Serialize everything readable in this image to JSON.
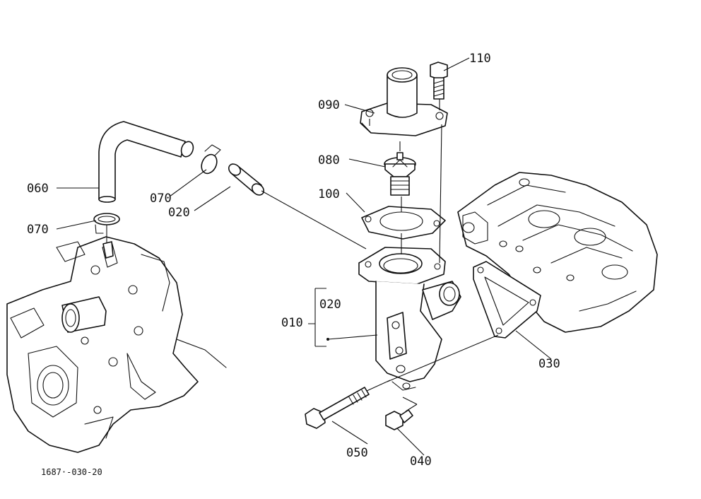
{
  "drawing_code": "1687·-030-20",
  "callouts": {
    "c110": "110",
    "c090": "090",
    "c080": "080",
    "c100": "100",
    "c060": "060",
    "c070a": "070",
    "c020a": "020",
    "c070b": "070",
    "c010": "010",
    "c020b": "020",
    "c030": "030",
    "c050": "050",
    "c040": "040"
  }
}
